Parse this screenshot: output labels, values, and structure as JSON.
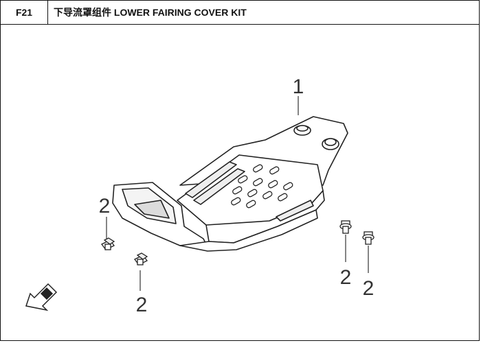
{
  "header": {
    "code": "F21",
    "title": "下导流罩组件 LOWER FAIRING COVER KIT"
  },
  "callouts": {
    "part_1": "1",
    "bolt_a": "2",
    "bolt_b": "2",
    "bolt_c": "2",
    "bolt_d": "2"
  },
  "icons": {
    "front_arrow": "front-direction-arrow-icon"
  }
}
